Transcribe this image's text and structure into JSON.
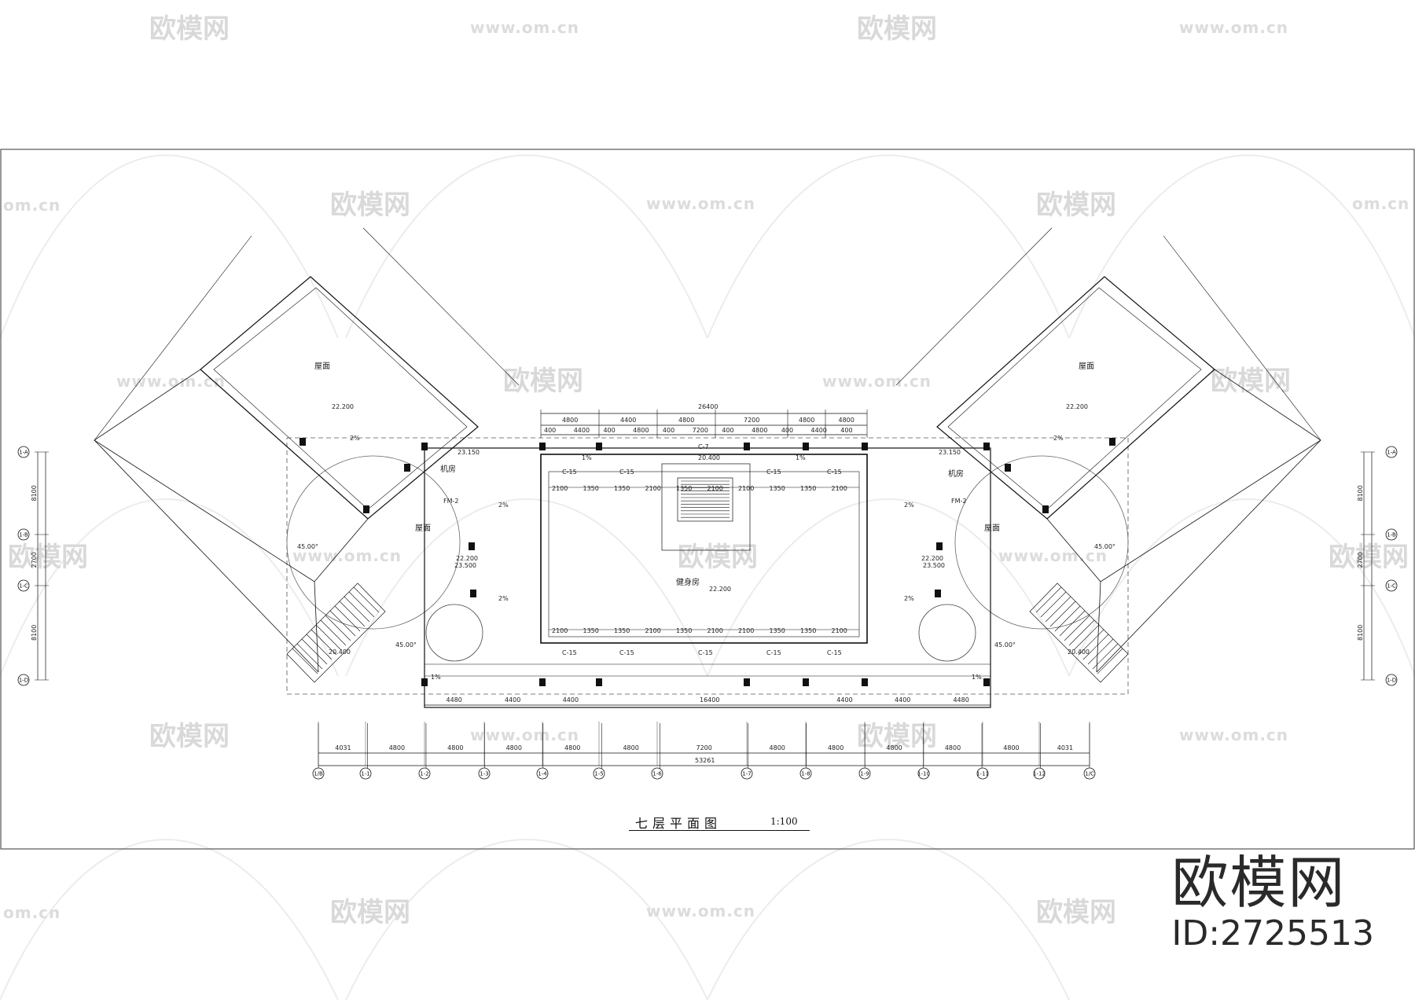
{
  "drawing": {
    "title": "七层平面图",
    "scale": "1:100"
  },
  "brand": {
    "logo": "欧模网",
    "id": "ID:2725513",
    "watermark_logo": "欧模网",
    "watermark_url": "www.om.cn",
    "watermark_url_short": "om.cn"
  },
  "room_labels": {
    "gym": "健身房",
    "roof": "屋面",
    "machine_room": "机房"
  },
  "elevations": {
    "roof_left": "22.200",
    "roof_right": "22.200",
    "core_top": "20.400",
    "gym_floor": "22.200",
    "machine_left": "23.150",
    "machine_right": "23.150",
    "stair_left": "20.400",
    "stair_right": "20.400",
    "landing_left": "23.500",
    "landing_right": "23.500"
  },
  "slopes": {
    "one_pct": "1%",
    "two_pct": "2%"
  },
  "angle": "45.00°",
  "window_tag": "C-15",
  "window_tag_alt": "C-7",
  "door_tag": "FM-2",
  "top_dims": {
    "overall": "26400",
    "segments": [
      "4800",
      "4400",
      "4800",
      "7200",
      "4800",
      "4800"
    ],
    "sub": [
      "400",
      "4400",
      "400",
      "4800",
      "400",
      "7200",
      "400",
      "4800",
      "400",
      "4400",
      "400"
    ]
  },
  "bottom_dims": {
    "overall": "53261",
    "segments": [
      "4031",
      "4800",
      "4800",
      "4800",
      "4800",
      "4800",
      "7200",
      "4800",
      "4800",
      "4800",
      "4800",
      "4800",
      "4031"
    ],
    "inner": [
      "4480",
      "4400",
      "4400",
      "16400",
      "4400",
      "4400",
      "4480"
    ]
  },
  "bay_dims": [
    "2100",
    "1350",
    "1350",
    "2100",
    "1350",
    "2100",
    "2100",
    "1350",
    "1350",
    "2100"
  ],
  "side_dims": [
    "8100",
    "2700",
    "8100"
  ],
  "grid_labels": {
    "bottom": [
      "1/B",
      "1-1",
      "1-2",
      "1-3",
      "1-4",
      "1-5",
      "1-6",
      "1-7",
      "1-8",
      "1-9",
      "1-10",
      "1-11",
      "1-12",
      "1/C"
    ],
    "side_left": [
      "1-A",
      "1-B",
      "1-C",
      "1-D"
    ],
    "side_right": [
      "1-A",
      "1-B",
      "1-C",
      "1-D"
    ]
  }
}
